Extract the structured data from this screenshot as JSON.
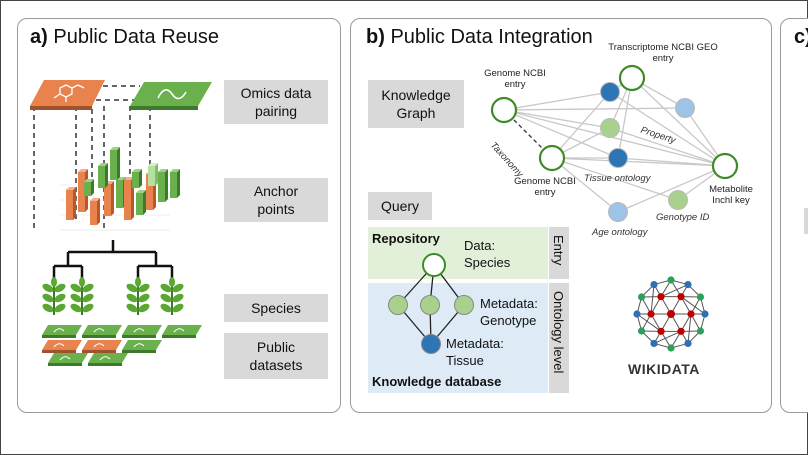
{
  "panel_a": {
    "letter": "a)",
    "title": "Public Data Reuse",
    "labels": {
      "omics": "Omics data pairing",
      "anchor": "Anchor points",
      "species": "Species",
      "public": "Public datasets"
    }
  },
  "panel_b": {
    "letter": "b)",
    "title": "Public Data Integration",
    "knowledge_graph": "Knowledge Graph",
    "query": "Query",
    "graph": {
      "genome_top": "Genome NCBI entry",
      "transcriptome": "Transcriptome NCBI GEO entry",
      "genome_bottom": "Genome NCBI entry",
      "metabolite": "Metabolite Inchl key",
      "taxonomy": "Taxonomy",
      "property": "Property",
      "tissue_ontology": "Tissue ontology",
      "genotype_id": "Genotype ID",
      "age_ontology": "Age ontology"
    },
    "repository": {
      "title": "Repository",
      "data": "Data: Species",
      "entry": "Entry"
    },
    "knowledge_db": {
      "title": "Knowledge database",
      "meta_genotype": "Metadata: Genotype",
      "meta_tissue": "Metadata: Tissue",
      "ontology": "Ontology level"
    },
    "wikidata": "WIKIDATA"
  },
  "panel_c": {
    "letter": "c)"
  },
  "colors": {
    "orange": "#e8834e",
    "green": "#6ab04c",
    "node_green": "#a9d18e",
    "node_blue": "#9dc3e6",
    "node_darkblue": "#2e75b6",
    "repo_bg": "#e2f0d9",
    "kdb_bg": "#deebf7",
    "wiki_red": "#c00000",
    "wiki_green": "#2e9e5b",
    "wiki_blue": "#2f6fb3"
  }
}
